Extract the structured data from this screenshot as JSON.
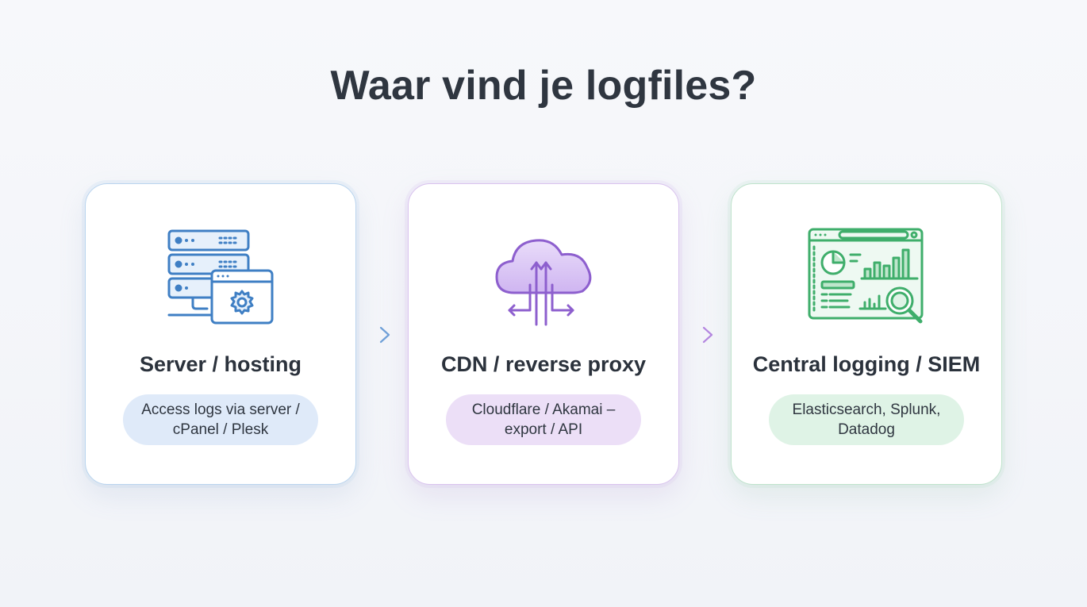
{
  "title": "Waar vind je logfiles?",
  "colors": {
    "blue": "#3f7fc4",
    "purple": "#8d5fce",
    "green": "#3fae6b"
  },
  "cards": [
    {
      "title": "Server / hosting",
      "description": "Access logs via server / cPanel / Plesk",
      "icon": "server-settings-icon"
    },
    {
      "title": "CDN / reverse proxy",
      "description": "Cloudflare / Akamai – export / API",
      "icon": "cloud-transfer-icon"
    },
    {
      "title": "Central logging / SIEM",
      "description": "Elasticsearch, Splunk, Datadog",
      "icon": "dashboard-search-icon"
    }
  ],
  "arrows": [
    "arrow-right-icon",
    "arrow-right-icon"
  ]
}
